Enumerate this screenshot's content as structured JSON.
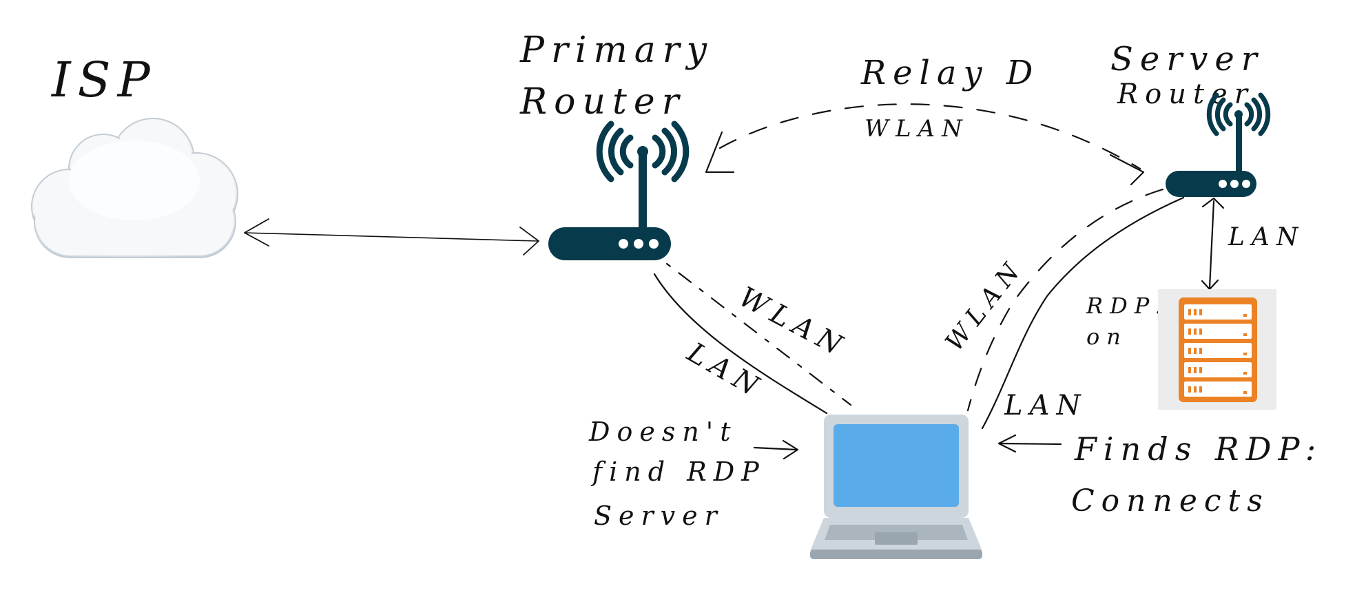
{
  "nodes": {
    "isp": {
      "label": "ISP"
    },
    "primary_router": {
      "label_line1": "Primary",
      "label_line2": "Router"
    },
    "server_router": {
      "label_line1": "Server",
      "label_line2": "Router"
    },
    "rdp_server": {
      "label_line1": "RDP:",
      "label_line2": "on"
    },
    "laptop": {}
  },
  "links": {
    "relay": {
      "label_line1": "Relay D",
      "label_line2": "WLAN"
    },
    "primary_laptop_wlan": {
      "label": "WLAN"
    },
    "primary_laptop_lan": {
      "label": "LAN"
    },
    "server_laptop_wlan": {
      "label": "WLAN"
    },
    "server_laptop_lan": {
      "label": "LAN"
    },
    "server_router_rdp_lan": {
      "label": "LAN"
    }
  },
  "annotations": {
    "left_note": {
      "line1": "Doesn't",
      "line2": "find RDP",
      "line3": "Server"
    },
    "right_note": {
      "line1": "Finds RDP:",
      "line2": "Connects"
    }
  },
  "colors": {
    "router": "#073b4c",
    "screen": "#5aabea",
    "laptop_body": "#cdd6dd",
    "laptop_dark": "#9aa6af",
    "server_orange": "#ec8226",
    "server_bg": "#ececec",
    "ink": "#111111"
  }
}
